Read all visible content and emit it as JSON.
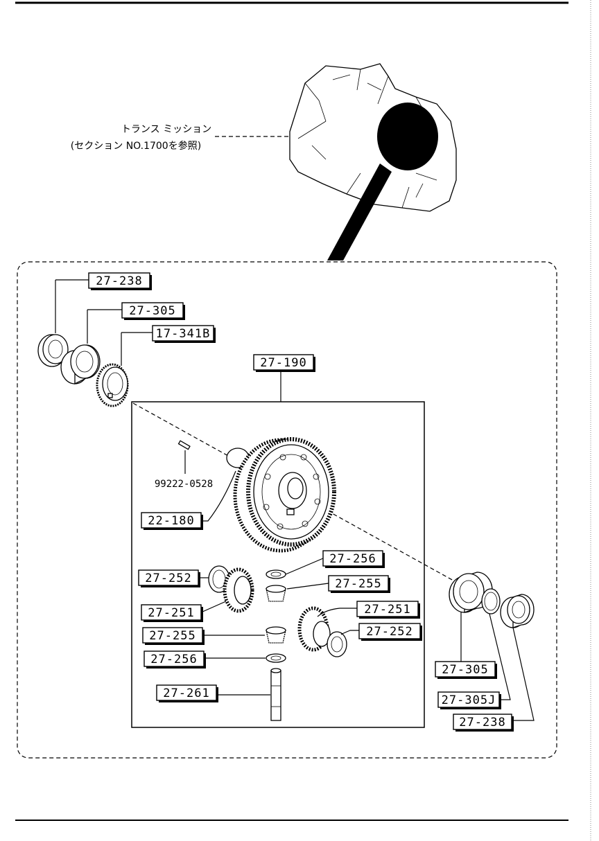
{
  "transmission_note": {
    "line1": "トランス ミッション",
    "line2": "(セクション NO.1700を参照)"
  },
  "callouts": {
    "bearing_left": "27-238",
    "race_left": "27-305",
    "gear_speedo": "17-341B",
    "diff_case": "27-190",
    "pin": "99222-0528",
    "ring_gear": "22-180",
    "washer_pinion_top": "27-256",
    "pinion_top": "27-255",
    "washer_side_left": "27-252",
    "side_gear_left": "27-251",
    "side_gear_right": "27-251",
    "washer_side_right": "27-252",
    "pinion_bottom": "27-255",
    "washer_pinion_bottom": "27-256",
    "pinion_shaft": "27-261",
    "race_right": "27-305",
    "shim_right": "27-305J",
    "bearing_right": "27-238"
  }
}
